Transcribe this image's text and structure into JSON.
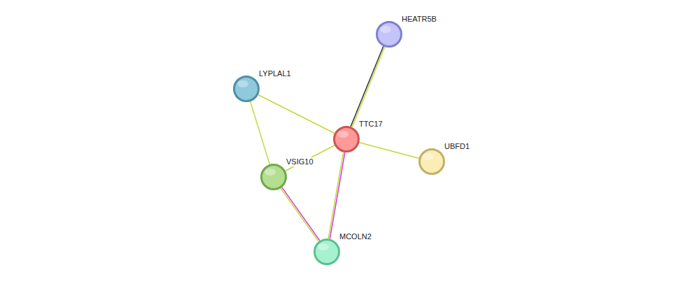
{
  "diagram": {
    "nodes": [
      {
        "text": [
          "HEATR5B"
        ]
      },
      {
        "text": [
          "LYPLAL1"
        ]
      },
      {
        "text": [
          "TTC17"
        ]
      },
      {
        "text": [
          "UBFD1"
        ]
      },
      {
        "text": [
          "VSIG10"
        ]
      },
      {
        "text": [
          "MCOLN2"
        ]
      }
    ],
    "edges": [
      {
        "from": 2,
        "to": 0,
        "arrow": "none"
      },
      {
        "from": 2,
        "to": 1,
        "arrow": "none"
      },
      {
        "from": 2,
        "to": 3,
        "arrow": "none"
      },
      {
        "from": 2,
        "to": 4,
        "arrow": "none"
      },
      {
        "from": 2,
        "to": 5,
        "arrow": "none"
      },
      {
        "from": 1,
        "to": 4,
        "arrow": "none"
      },
      {
        "from": 4,
        "to": 5,
        "arrow": "none"
      }
    ]
  }
}
